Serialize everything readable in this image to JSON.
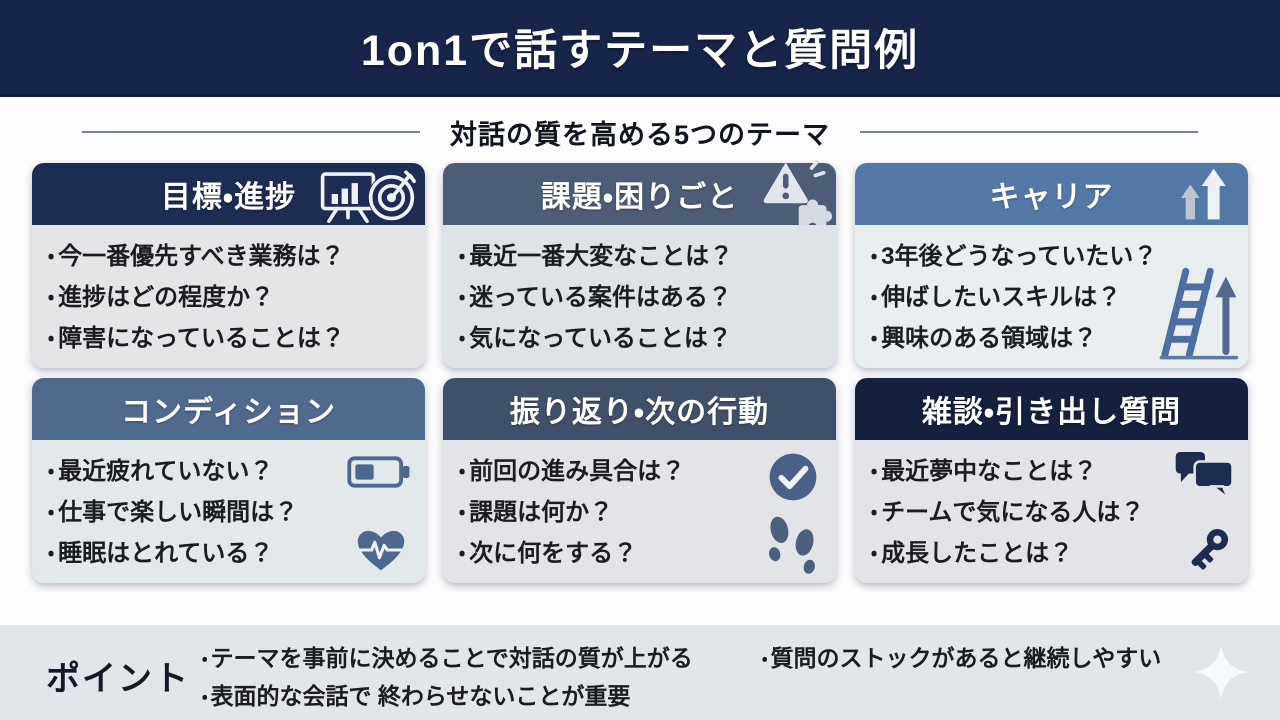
{
  "title_bar": {
    "title": "1on1で話すテーマと質問例",
    "bg": "#18254b"
  },
  "subtitle": "対話の質を高める5つのテーマ",
  "ui": {
    "bullet_char": "・"
  },
  "palette": {
    "title_bar_bg": "#18254b",
    "divider_line": "#76839c",
    "points_band_bg": "#e2e5e9",
    "icon_slate": "#4e678c",
    "icon_navy": "#1e2c50",
    "icon_white": "#eef1f5"
  },
  "cards": [
    {
      "title": "目標・進捗",
      "header_icon": "presentation-chart-and-target",
      "header_color": "#1d2c52",
      "body_color": "#e5e5e8",
      "questions": [
        "今一番優先すべき業務は？",
        "進捗はどの程度か？",
        "障害になっていることは？"
      ]
    },
    {
      "title": "課題・困りごと",
      "header_icon": "warning-triangle-and-puzzle",
      "header_color": "#4d5c77",
      "body_color": "#dde4e7",
      "questions": [
        "最近一番大変なことは？",
        "迷っている案件はある？",
        "気になっていることは？"
      ]
    },
    {
      "title": "キャリア",
      "header_icon": "double-up-arrows",
      "header_color": "#5478a6",
      "body_color": "#e9eef1",
      "body_icons": [
        "ladder-with-up-arrow"
      ],
      "questions": [
        "3年後どうなっていたい？",
        "伸ばしたいスキルは？",
        "興味のある領域は？"
      ]
    },
    {
      "title": "コンディション",
      "header_color": "#506a8e",
      "body_color": "#e3e8eb",
      "body_icons": [
        "battery",
        "heart-pulse"
      ],
      "questions": [
        "最近疲れていない？",
        "仕事で楽しい瞬間は？",
        "睡眠はとれている？"
      ]
    },
    {
      "title": "振り返り・次の行動",
      "header_color": "#41506a",
      "body_color": "#e3e4e7",
      "body_icons": [
        "check-circle",
        "footprints"
      ],
      "questions": [
        "前回の進み具合は？",
        "課題は何か？",
        "次に何をする？"
      ]
    },
    {
      "title": "雑談・引き出し質問",
      "header_color": "#15203f",
      "body_color": "#e3e4e8",
      "body_icons": [
        "chat-bubbles",
        "key"
      ],
      "questions": [
        "最近夢中なことは？",
        "チームで気になる人は？",
        "成長したことは？"
      ]
    }
  ],
  "points": {
    "label": "ポイント",
    "icon": "sparkle",
    "items": [
      "テーマを事前に決めることで対話の質が上がる",
      "表面的な会話で 終わらせないことが重要",
      "質問のストックがあると継続しやすい"
    ]
  }
}
